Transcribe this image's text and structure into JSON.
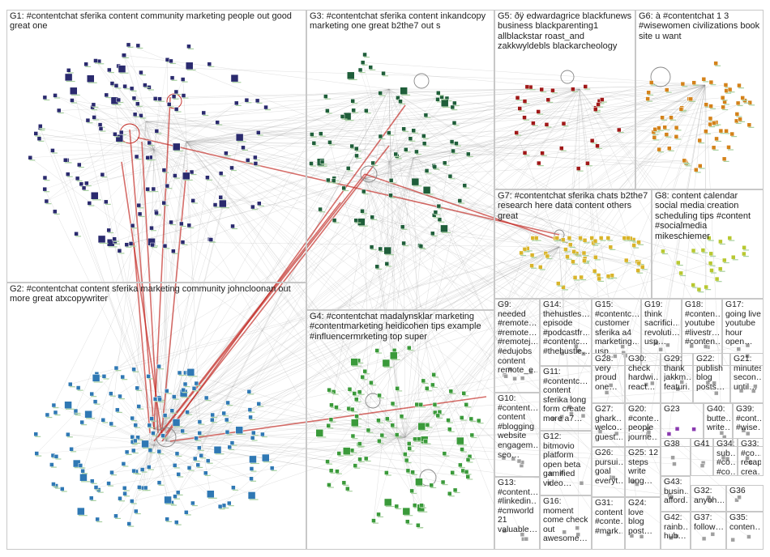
{
  "title": "#contentchat network graph",
  "groups": [
    {
      "id": "G1",
      "label": "G1: #contentchat sferika content community marketing people out good great one",
      "color": "#2a2a6e",
      "nodes": 140
    },
    {
      "id": "G2",
      "label": "G2: #contentchat content sferika marketing community johncloonan out more great atxcopywriter",
      "color": "#2f78b4",
      "nodes": 150
    },
    {
      "id": "G3",
      "label": "G3: #contentchat sferika content inkandcopy marketing one great b2the7 out s",
      "color": "#1f5e3a",
      "nodes": 90
    },
    {
      "id": "G4",
      "label": "G4: #contentchat madalynsklar marketing #contentmarketing heidicohen tips example #influencermrketing top super",
      "color": "#3a9a3a",
      "nodes": 110
    },
    {
      "id": "G5",
      "label": "G5: ðÿ edwardagrice blackfunews business blackparenting1 allblackstar roast_and zakkwyldebls blackarcheology",
      "color": "#a01818",
      "nodes": 30
    },
    {
      "id": "G6",
      "label": "G6: à #contentchat 1 3 #wisewomen civilizations book site u want",
      "color": "#d4821a",
      "nodes": 60
    },
    {
      "id": "G7",
      "label": "G7: #contentchat sferika chats b2the7 research here data content others great",
      "color": "#d9b42a",
      "nodes": 55
    },
    {
      "id": "G8",
      "label": "G8: content calendar social media creation scheduling tips #content #socialmedia mikeschiemer",
      "color": "#b8c830",
      "nodes": 20
    },
    {
      "id": "G9",
      "label": "G9: needed #remote… #remote… #remotej… #edujobs content remote_e…",
      "color": "#a0a0a0",
      "nodes": 6
    },
    {
      "id": "G10",
      "label": "G10: #content… content #blogging website engagem… seo…",
      "color": "#a0a0a0",
      "nodes": 5
    },
    {
      "id": "G11",
      "label": "G11: #contentc… content sferika long form create more a7…",
      "color": "#a0a0a0",
      "nodes": 6
    },
    {
      "id": "G12",
      "label": "G12: bitmovio platform open beta gamified video…",
      "color": "#a0a0a0",
      "nodes": 4
    },
    {
      "id": "G13",
      "label": "G13: #content… #linkedin… #cmworld 21 valuable…",
      "color": "#a0a0a0",
      "nodes": 4
    },
    {
      "id": "G14",
      "label": "G14: thehustles… episode #podcastfr… #contentc… #thehustle…",
      "color": "#a0a0a0",
      "nodes": 4
    },
    {
      "id": "G15",
      "label": "G15: #contentc… customer sferika a4 marketing… usp…",
      "color": "#a0a0a0",
      "nodes": 4
    },
    {
      "id": "G16",
      "label": "G16: moment come check out awesome…",
      "color": "#a0a0a0",
      "nodes": 3
    },
    {
      "id": "G17",
      "label": "G17: going live youtube hour open…",
      "color": "#a0a0a0",
      "nodes": 3
    },
    {
      "id": "G18",
      "label": "G18: #conten… youtube #livestr… #conten…",
      "color": "#a0a0a0",
      "nodes": 3
    },
    {
      "id": "G19",
      "label": "G19: think sacrifici… revoluti… usp…",
      "color": "#a0a0a0",
      "nodes": 3
    },
    {
      "id": "G20",
      "label": "G20: #conte… people journe…",
      "color": "#a0a0a0",
      "nodes": 3
    },
    {
      "id": "G21",
      "label": "G21: minutes secon… until…",
      "color": "#a0a0a0",
      "nodes": 3
    },
    {
      "id": "G22",
      "label": "G22: publish blog posts…",
      "color": "#a0a0a0",
      "nodes": 3
    },
    {
      "id": "G23",
      "label": "G23",
      "color": "#8a3ab0",
      "nodes": 3
    },
    {
      "id": "G24",
      "label": "G24: love blog post…",
      "color": "#a0a0a0",
      "nodes": 2
    },
    {
      "id": "G25",
      "label": "G25: 12 steps write long…",
      "color": "#a0a0a0",
      "nodes": 2
    },
    {
      "id": "G26",
      "label": "G26: pursui… goal everyt…",
      "color": "#a0a0a0",
      "nodes": 2
    },
    {
      "id": "G27",
      "label": "G27: ghark… welco… guest…",
      "color": "#a0a0a0",
      "nodes": 2
    },
    {
      "id": "G28",
      "label": "G28: very proud one…",
      "color": "#a0a0a0",
      "nodes": 2
    },
    {
      "id": "G29",
      "label": "G29: thank jakkm… featuri…",
      "color": "#a0a0a0",
      "nodes": 2
    },
    {
      "id": "G30",
      "label": "G30: check hardwi… react…",
      "color": "#a0a0a0",
      "nodes": 2
    },
    {
      "id": "G31",
      "label": "G31: content #conte… #mark…",
      "color": "#a0a0a0",
      "nodes": 2
    },
    {
      "id": "G32",
      "label": "G32: anyoh…",
      "color": "#a0a0a0",
      "nodes": 2
    },
    {
      "id": "G33",
      "label": "G33: #co… recap crea…",
      "color": "#a0a0a0",
      "nodes": 2
    },
    {
      "id": "G34",
      "label": "G34: sub… #co… #co…",
      "color": "#a0a0a0",
      "nodes": 2
    },
    {
      "id": "G35",
      "label": "G35: conten…",
      "color": "#a0a0a0",
      "nodes": 2
    },
    {
      "id": "G36",
      "label": "G36",
      "color": "#a0a0a0",
      "nodes": 2
    },
    {
      "id": "G37",
      "label": "G37: follow…",
      "color": "#a0a0a0",
      "nodes": 2
    },
    {
      "id": "G38",
      "label": "G38",
      "color": "#a0a0a0",
      "nodes": 2
    },
    {
      "id": "G39",
      "label": "G39: #cont… #wise…",
      "color": "#a0a0a0",
      "nodes": 2
    },
    {
      "id": "G40",
      "label": "G40: butte… write…",
      "color": "#a0a0a0",
      "nodes": 2
    },
    {
      "id": "G41",
      "label": "G41",
      "color": "#a0a0a0",
      "nodes": 2
    },
    {
      "id": "G42",
      "label": "G42: rainb… hub…",
      "color": "#a0a0a0",
      "nodes": 2
    },
    {
      "id": "G43",
      "label": "G43: busin… afford…",
      "color": "#a0a0a0",
      "nodes": 2
    }
  ]
}
